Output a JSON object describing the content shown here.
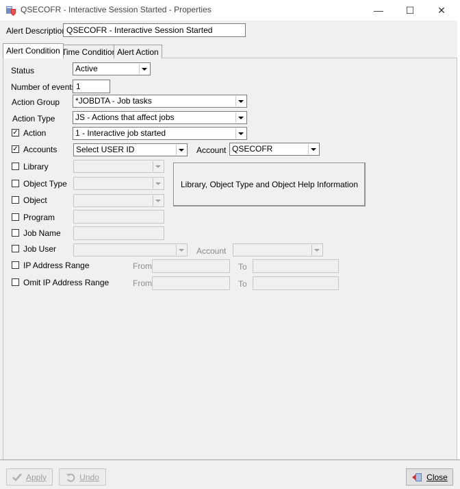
{
  "window": {
    "title": "QSECOFR - Interactive Session Started - Properties",
    "controls": {
      "minimize": "—",
      "maximize": "☐",
      "close": "✕"
    }
  },
  "header": {
    "alert_description_label": "Alert Description",
    "alert_description_value": "QSECOFR - Interactive Session Started"
  },
  "tabs": [
    {
      "label": "Alert Condition",
      "active": true
    },
    {
      "label": "Time Condition",
      "active": false
    },
    {
      "label": "Alert Action",
      "active": false
    }
  ],
  "form": {
    "status": {
      "label": "Status",
      "value": "Active"
    },
    "number_of_events": {
      "label": "Number of events",
      "value": "1"
    },
    "action_group": {
      "label": "Action Group",
      "value": "*JOBDTA - Job tasks"
    },
    "action_type": {
      "label": "Action Type",
      "value": "JS - Actions that affect jobs"
    },
    "action": {
      "label": "Action",
      "checked": true,
      "check_mark": "✓",
      "value": "1 - Interactive job started"
    },
    "accounts": {
      "label": "Accounts",
      "checked": true,
      "check_mark": "✓",
      "value": "Select USER ID",
      "account_label": "Account",
      "account_value": "QSECOFR"
    },
    "library": {
      "label": "Library",
      "checked": false
    },
    "object_type": {
      "label": "Object Type",
      "checked": false
    },
    "object": {
      "label": "Object",
      "checked": false
    },
    "program": {
      "label": "Program",
      "checked": false
    },
    "job_name": {
      "label": "Job Name",
      "checked": false
    },
    "job_user": {
      "label": "Job User",
      "checked": false,
      "account_label": "Account"
    },
    "ip_range": {
      "label": "IP Address Range",
      "checked": false,
      "from_label": "From",
      "to_label": "To"
    },
    "omit_ip_range": {
      "label": "Omit IP Address Range",
      "checked": false,
      "from_label": "From",
      "to_label": "To"
    },
    "help_button_label": "Library, Object Type and Object Help Information"
  },
  "footer": {
    "apply_label": "Apply",
    "undo_label": "Undo",
    "close_label": "Close"
  },
  "colors": {
    "window_bg": "#f0f0f0",
    "field_bg": "#ffffff",
    "disabled_text": "#a0a0a0"
  }
}
